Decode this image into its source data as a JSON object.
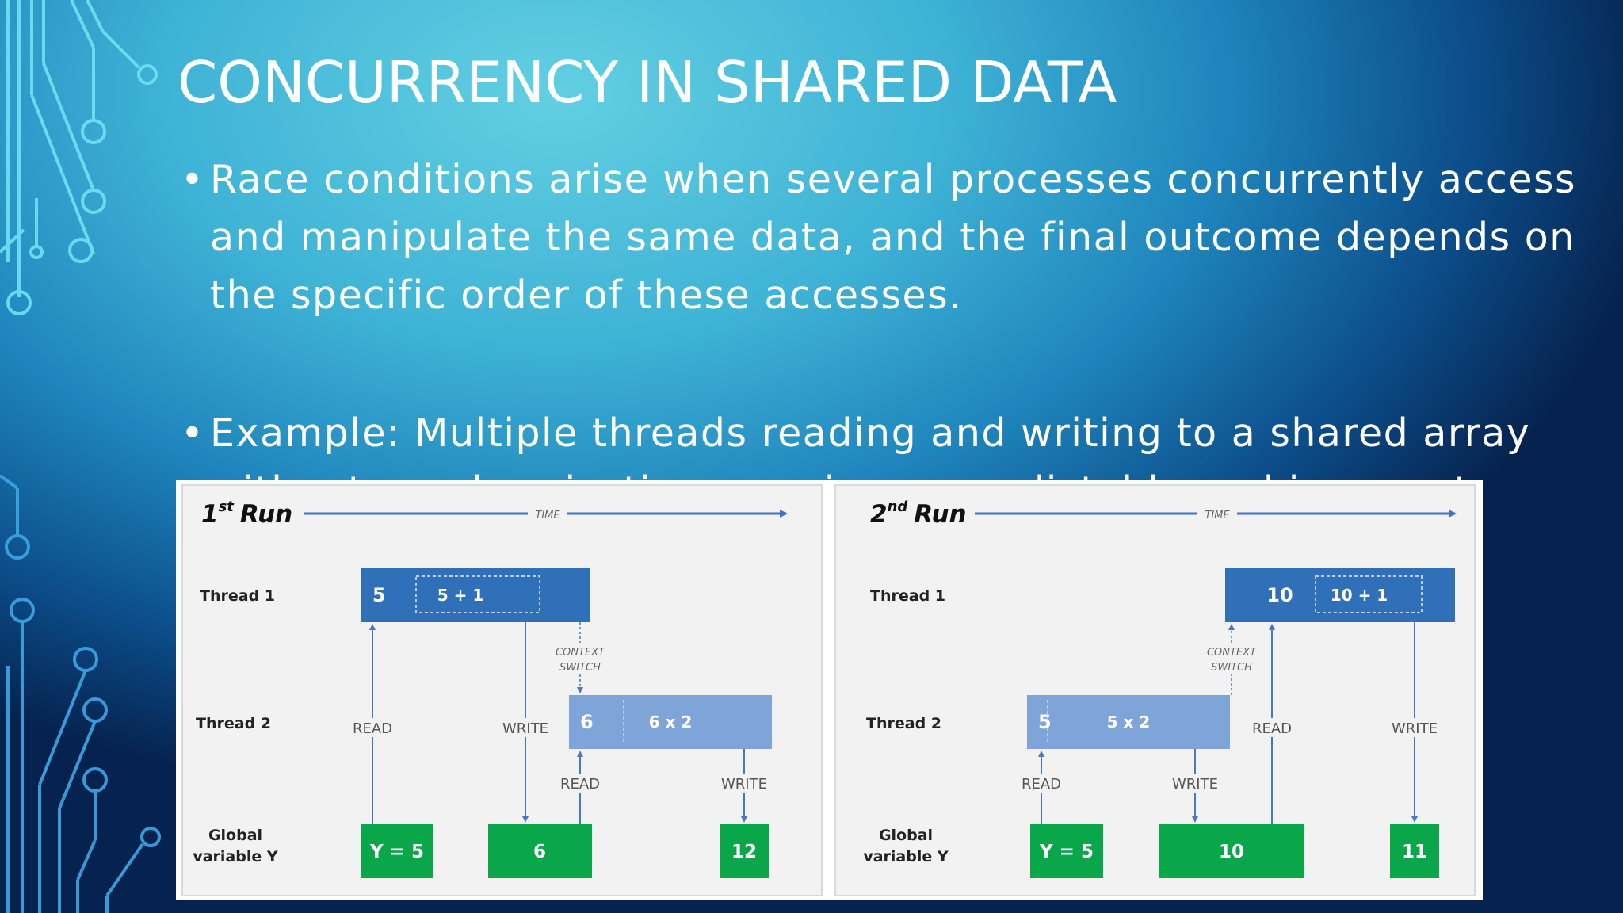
{
  "slide": {
    "title": "CONCURRENCY IN SHARED DATA",
    "bullets": [
      "Race conditions arise when several processes concurrently access and manipulate the same data, and the final outcome depends on the specific order of these accesses.",
      "Example: Multiple threads reading and writing to a shared array without synchronization, causing unpredictable and incorrect values"
    ],
    "bullet_glyph": "•"
  },
  "diagram": {
    "time_label": "TIME",
    "runs": [
      {
        "run_number": "1",
        "run_suffix": "st",
        "run_word": "Run",
        "thread1_label": "Thread 1",
        "thread2_label": "Thread 2",
        "global_label_line1": "Global",
        "global_label_line2": "variable Y",
        "thread1_box": {
          "value": "5",
          "op": "5 + 1"
        },
        "thread2_box": {
          "value": "6",
          "op": "6 x 2"
        },
        "context_switch": [
          "CONTEXT",
          "SWITCH"
        ],
        "read1": "READ",
        "write1": "WRITE",
        "read2": "READ",
        "write2": "WRITE",
        "globals": [
          "Y = 5",
          "6",
          "12"
        ]
      },
      {
        "run_number": "2",
        "run_suffix": "nd",
        "run_word": "Run",
        "thread1_label": "Thread 1",
        "thread2_label": "Thread 2",
        "global_label_line1": "Global",
        "global_label_line2": "variable Y",
        "thread1_box": {
          "value": "10",
          "op": "10 + 1"
        },
        "thread2_box": {
          "value": "5",
          "op": "5 x 2"
        },
        "context_switch": [
          "CONTEXT",
          "SWITCH"
        ],
        "read1": "READ",
        "write1": "WRITE",
        "read2": "READ",
        "write2": "WRITE",
        "globals": [
          "Y = 5",
          "10",
          "11"
        ]
      }
    ]
  },
  "colors": {
    "thread1": "#3070b8",
    "thread2": "#7fa5d8",
    "global": "#0aa64a",
    "arrow": "#3d72c4",
    "panel": "#f2f2f2"
  }
}
